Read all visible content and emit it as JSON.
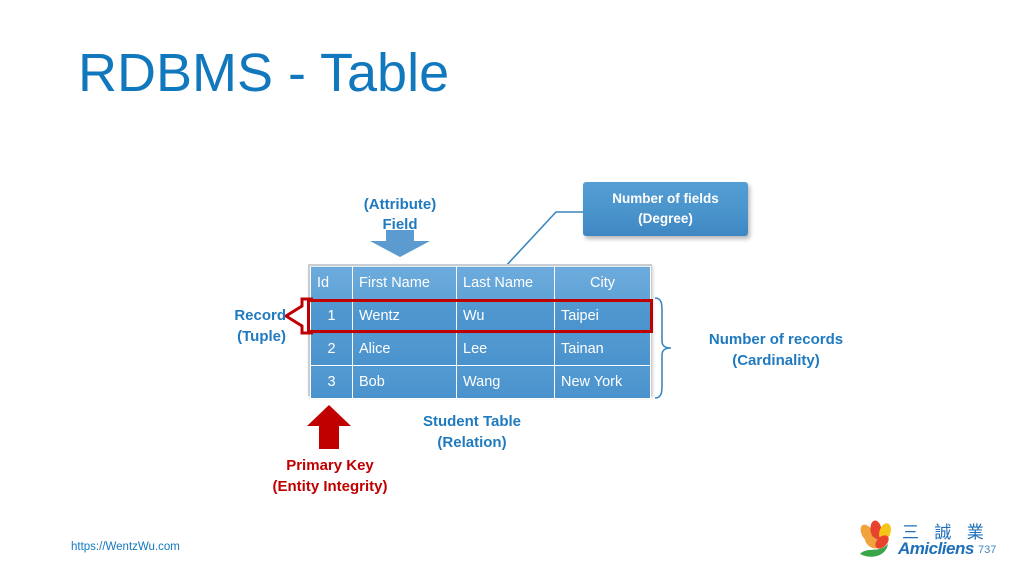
{
  "slide": {
    "title": "RDBMS - Table",
    "title_color": "#1278be",
    "accent_blue": "#1f7ac0",
    "accent_red": "#c00000",
    "background": "#ffffff"
  },
  "diagram": {
    "attribute_label": {
      "line1": "(Attribute)",
      "line2": "Field",
      "arrow_icon": "arrow-down-icon",
      "color": "#1f7ac0"
    },
    "degree_callout": {
      "line1": "Number of fields",
      "line2": "(Degree)",
      "box_color": "#4a94cc",
      "text_color": "#ffffff"
    },
    "record_label": {
      "line1": "Record",
      "line2": "(Tuple)",
      "color": "#1f7ac0"
    },
    "cardinality_label": {
      "line1": "Number of records",
      "line2": "(Cardinality)",
      "color": "#1f7ac0"
    },
    "primary_key_label": {
      "line1": "Primary Key",
      "line2": "(Entity Integrity)",
      "arrow_icon": "arrow-up-icon",
      "color": "#c00000"
    },
    "relation_label": {
      "line1": "Student Table",
      "line2": "(Relation)",
      "color": "#1f7ac0"
    },
    "highlight": {
      "target_row_index": 0,
      "border_color": "#c00000"
    }
  },
  "chart_data": {
    "type": "table",
    "title": "Student Table",
    "columns": [
      "Id",
      "First Name",
      "Last Name",
      "City"
    ],
    "rows": [
      [
        "1",
        "Wentz",
        "Wu",
        "Taipei"
      ],
      [
        "2",
        "Alice",
        "Lee",
        "Tainan"
      ],
      [
        "3",
        "Bob",
        "Wang",
        "New York"
      ]
    ],
    "degree": 4,
    "cardinality": 3,
    "header_fill": "#61a3d7",
    "body_fill": "#4a92cc",
    "text_color": "#ffffff"
  },
  "footer": {
    "url": "https://WentzWu.com",
    "page_number": "737",
    "logo": {
      "chinese": "三 誠 業",
      "english": "Amicliens",
      "mark_icon": "flower-logo-icon"
    }
  }
}
